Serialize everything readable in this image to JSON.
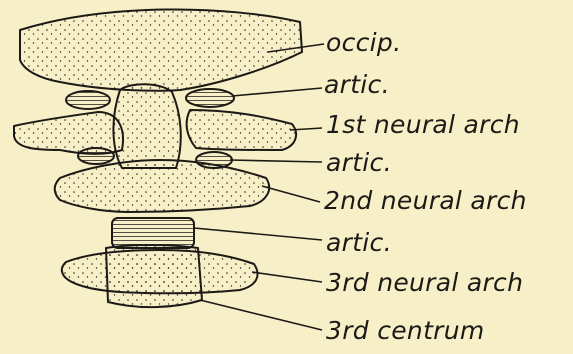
{
  "labels": {
    "occip": "occip.",
    "artic_1": "artic.",
    "neural_arch_1": "1st neural arch",
    "artic_2": "artic.",
    "neural_arch_2": "2nd neural arch",
    "artic_3": "artic.",
    "neural_arch_3": "3rd neural arch",
    "centrum_3": "3rd centrum"
  },
  "colors": {
    "background": "#f7efc7",
    "ink": "#1c1a16"
  }
}
